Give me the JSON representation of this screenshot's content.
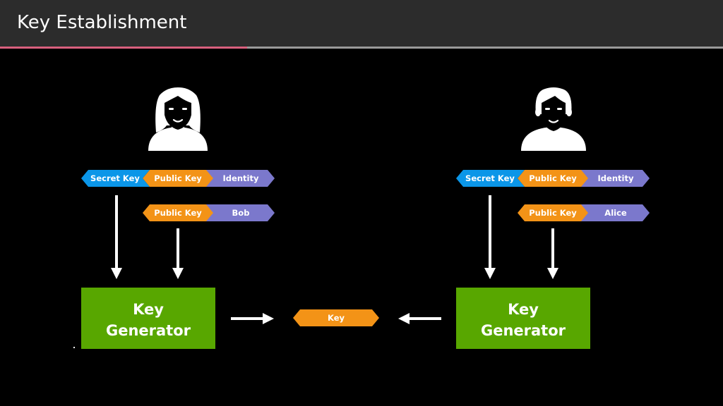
{
  "title": "Key Establishment",
  "colors": {
    "secret_key": "#0b96e8",
    "public_key": "#f39317",
    "identity": "#7b78cc",
    "generator": "#58a700",
    "accent": "#d9607e"
  },
  "left": {
    "avatar_icon": "woman-avatar-icon",
    "own_keys": {
      "secret": "Secret Key",
      "public": "Public Key",
      "identity": "Identity"
    },
    "peer_keys": {
      "public": "Public Key",
      "identity": "Bob"
    },
    "generator": {
      "line1": "Key",
      "line2": "Generator"
    }
  },
  "right": {
    "avatar_icon": "man-avatar-icon",
    "own_keys": {
      "secret": "Secret Key",
      "public": "Public Key",
      "identity": "Identity"
    },
    "peer_keys": {
      "public": "Public Key",
      "identity": "Alice"
    },
    "generator": {
      "line1": "Key",
      "line2": "Generator"
    }
  },
  "result": {
    "label": "Key"
  }
}
